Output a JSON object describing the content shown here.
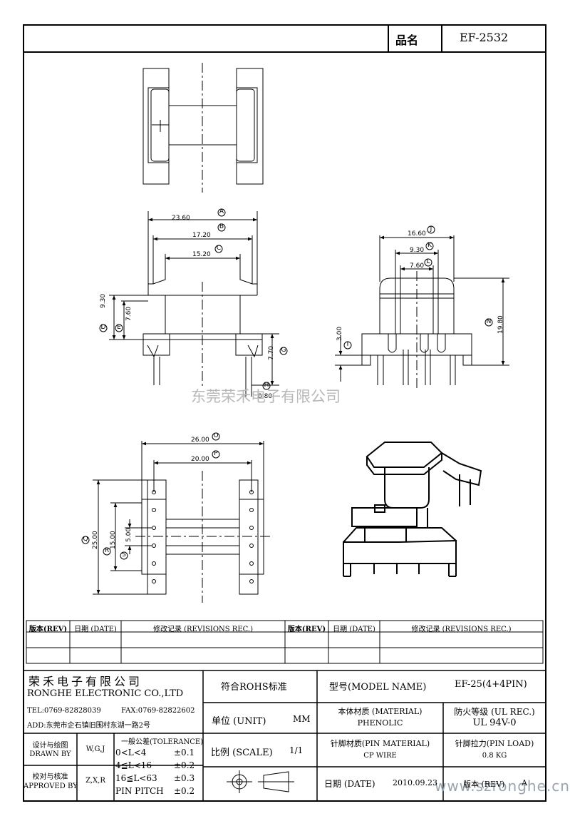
{
  "header": {
    "product_label": "品名",
    "product_name": "EF-2532"
  },
  "dimensions": {
    "A": "23.60",
    "B": "17.20",
    "C": "15.20",
    "D": "9.30",
    "E": "7.60",
    "G": "7.70",
    "H": "0.80",
    "I": "3.00",
    "J": "16.60",
    "K": "9.30",
    "L": "7.60",
    "N": "19.80",
    "O": "26.00",
    "P": "20.00",
    "Q": "25.00",
    "R": "15.00",
    "S": "5.00"
  },
  "dim_markers": {
    "A": "A",
    "B": "B",
    "C": "C",
    "D": "D",
    "E": "E",
    "G": "G",
    "H": "H",
    "I": "I",
    "J": "J",
    "K": "K",
    "L": "L",
    "N": "N",
    "O": "O",
    "P": "P",
    "Q": "Q",
    "R": "R",
    "S": "S"
  },
  "watermark": {
    "company": "东莞荣禾电子有限公司",
    "url": "www.szronghe.cn"
  },
  "revisions": {
    "rev_label": "版本(REV)",
    "date_label": "日期 (DATE)",
    "rec_label": "修改记录 (REVISIONS REC.)"
  },
  "title_block": {
    "company_cn": "荣禾电子有限公司",
    "company_en": "RONGHE ELECTRONIC CO.,LTD",
    "tel": "TEL:0769-82828039",
    "fax": "FAX:0769-82822602",
    "addr": "ADD:东莞市企石镇旧围村东湖一路2号",
    "rohs": "符合ROHS标准",
    "model_label": "型号(MODEL NAME)",
    "model_value": "EF-25(4+4PIN)",
    "unit_label": "单位 (UNIT)",
    "unit_value": "MM",
    "material_label": "本体材质 (MATERIAL)",
    "material_value": "PHENOLIC",
    "fire_label": "防火等级 (UL REC.)",
    "fire_value": "UL 94V-0",
    "designer_label_cn": "设计与绘图",
    "designer_label_en": "DRAWN BY",
    "designer_value": "W,G,J",
    "tolerance_title": "一般公差(TOLERANCE)",
    "tol_rows": [
      {
        "range": "0<L<4",
        "value": "±0.1"
      },
      {
        "range": "4≦L<16",
        "value": "±0.2"
      },
      {
        "range": "16≦L<63",
        "value": "±0.3"
      },
      {
        "range": "PIN PITCH",
        "value": "±0.2"
      }
    ],
    "scale_label": "比例 (SCALE)",
    "scale_value": "1/1",
    "pin_material_label": "针脚材质(PIN MATERIAL)",
    "pin_material_value": "CP WIRE",
    "pin_load_label": "针脚拉力(PIN LOAD)",
    "pin_load_value": "0.8 KG",
    "approver_label_cn": "校对与核准",
    "approver_label_en": "APPROVED BY",
    "approver_value": "Z,X,R",
    "date_label": "日期 (DATE)",
    "date_value": "2010.09.23",
    "version_label": "版本 (REV)",
    "version_value": "A"
  }
}
